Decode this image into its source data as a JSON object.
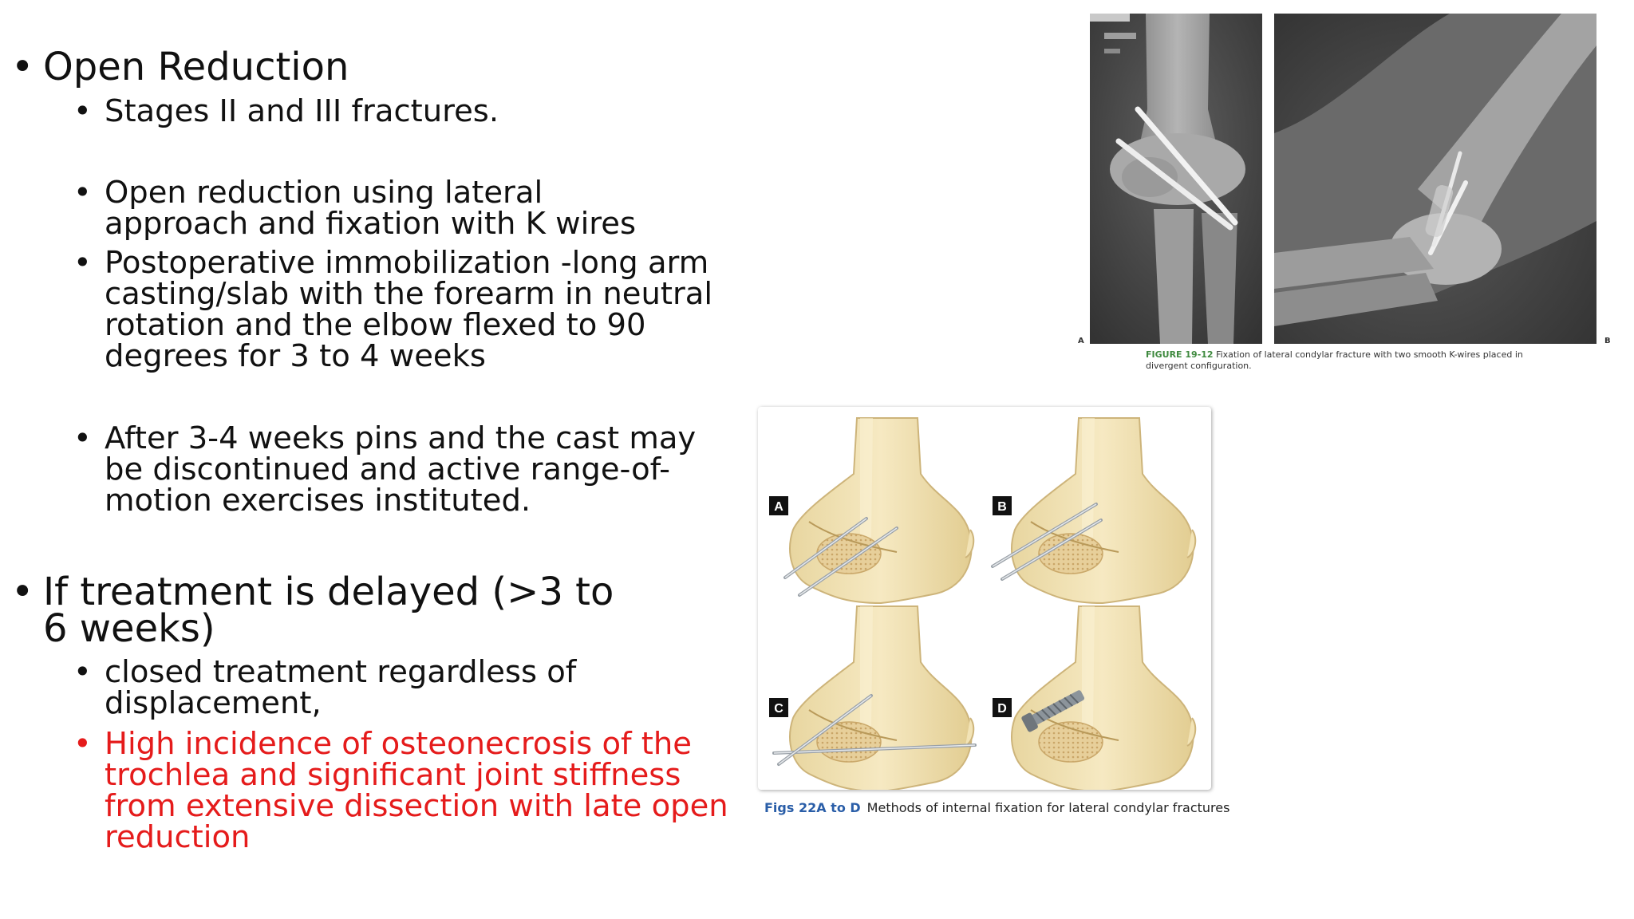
{
  "bullets": {
    "open_reduction": {
      "heading": "Open Reduction",
      "items": [
        "Stages II and III fractures.",
        "Open reduction using lateral approach and fixation with K wires",
        "Postoperative immobilization -long arm casting/slab with the forearm in neutral rotation and the elbow flexed to 90 degrees for 3 to 4 weeks",
        " After 3-4 weeks pins and the cast may be discontinued and active range-of-motion exercises instituted."
      ]
    },
    "delayed": {
      "heading": "If treatment is delayed (>3 to 6 weeks)",
      "items": [
        "closed treatment  regardless of displacement,",
        "High incidence of osteonecrosis of the trochlea and significant joint stiffness from extensive dissection with late open reduction"
      ]
    },
    "bullet_char": "•",
    "highlight_color": "#e51b1b"
  },
  "xray_figure": {
    "panel_a_letter": "A",
    "panel_b_letter": "B",
    "caption_label": "FIGURE 19-12",
    "caption_text": "Fixation of lateral condylar fracture with two smooth K-wires placed in divergent configuration."
  },
  "diagram_figure": {
    "panel_labels": [
      "A",
      "B",
      "C",
      "D"
    ],
    "caption_label": "Figs 22A to D",
    "caption_text": "Methods of internal fixation for lateral condylar fractures",
    "caption_label_color": "#2a5ea8"
  }
}
